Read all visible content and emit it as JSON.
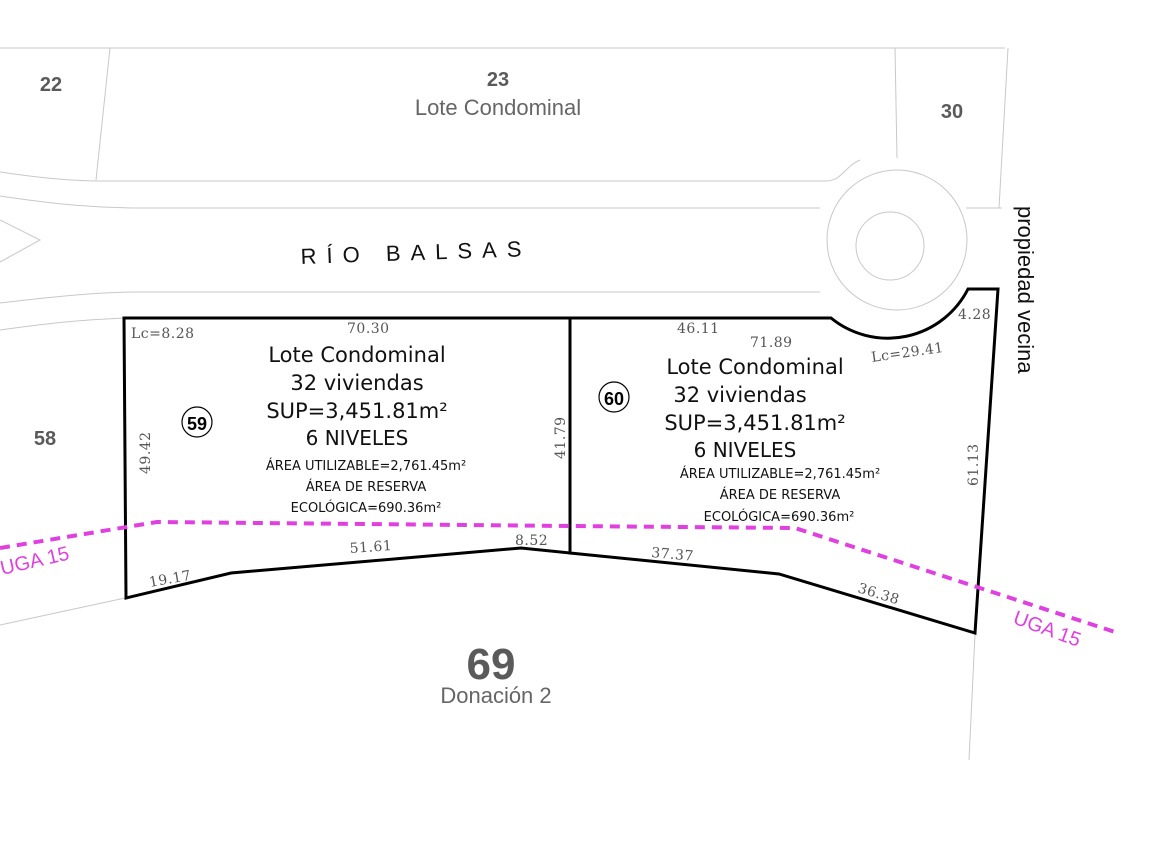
{
  "street": {
    "name": "RÍO BALSAS"
  },
  "neighbors": {
    "lot_22": "22",
    "lot_23": "23",
    "lot_23_label": "Lote Condominal",
    "lot_30": "30",
    "lot_58": "58",
    "lot_69": "69",
    "lot_69_label": "Donación 2",
    "adjacent_property": "propiedad vecina"
  },
  "boundary_label": "UGA 15",
  "lots": [
    {
      "number": "59",
      "title": "Lote Condominal",
      "units": "32 viviendas",
      "area": "SUP=3,451.81m²",
      "levels": "6 NIVELES",
      "usable": "ÁREA UTILIZABLE=2,761.45m²",
      "reserve_1": "ÁREA DE RESERVA",
      "reserve_2": "ECOLÓGICA=690.36m²"
    },
    {
      "number": "60",
      "title": "Lote Condominal",
      "units": "32 viviendas",
      "area": "SUP=3,451.81m²",
      "levels": "6 NIVELES",
      "usable": "ÁREA UTILIZABLE=2,761.45m²",
      "reserve_1": "ÁREA DE RESERVA",
      "reserve_2": "ECOLÓGICA=690.36m²"
    }
  ],
  "dimensions": {
    "d_lc_828": "Lc=8.28",
    "d_7030": "70.30",
    "d_4942": "49.42",
    "d_4179": "41.79",
    "d_1917": "19.17",
    "d_5161": "51.61",
    "d_852": "8.52",
    "d_4611": "46.11",
    "d_7189": "71.89",
    "d_lc_2941": "Lc=29.41",
    "d_428": "4.28",
    "d_6113": "61.13",
    "d_3737": "37.37",
    "d_3638": "36.38"
  },
  "colors": {
    "uga_boundary": "#e040e0",
    "lot_outline": "#000000",
    "thin_lines": "#c8c8c8"
  }
}
